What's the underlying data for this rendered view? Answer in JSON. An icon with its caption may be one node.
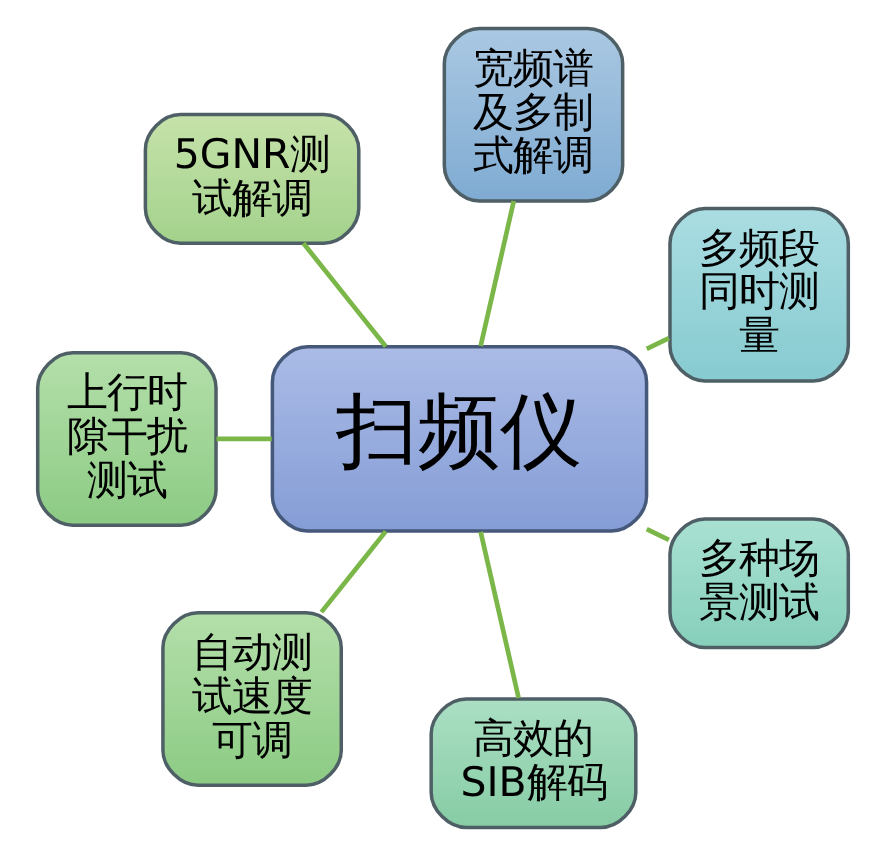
{
  "diagram": {
    "nodes": [
      {
        "text": [
          "宽频谱及多制式解调"
        ]
      },
      {
        "text": [
          "5GNR测试解调"
        ]
      },
      {
        "text": [
          "多频段同时测量"
        ]
      },
      {
        "text": [
          "扫频仪"
        ]
      },
      {
        "text": [
          "上行时隙干扰测试"
        ]
      },
      {
        "text": [
          "多种场景测试"
        ]
      },
      {
        "text": [
          "自动测试速度可调"
        ]
      },
      {
        "text": [
          "高效的SIB解码"
        ]
      }
    ],
    "edges": [
      {
        "from": 3,
        "to": 0,
        "arrow": "none"
      },
      {
        "from": 3,
        "to": 2,
        "arrow": "none"
      },
      {
        "from": 3,
        "to": 5,
        "arrow": "none"
      },
      {
        "from": 3,
        "to": 7,
        "arrow": "none"
      },
      {
        "from": 3,
        "to": 6,
        "arrow": "none"
      },
      {
        "from": 3,
        "to": 4,
        "arrow": "none"
      },
      {
        "from": 3,
        "to": 1,
        "arrow": "none"
      }
    ]
  }
}
